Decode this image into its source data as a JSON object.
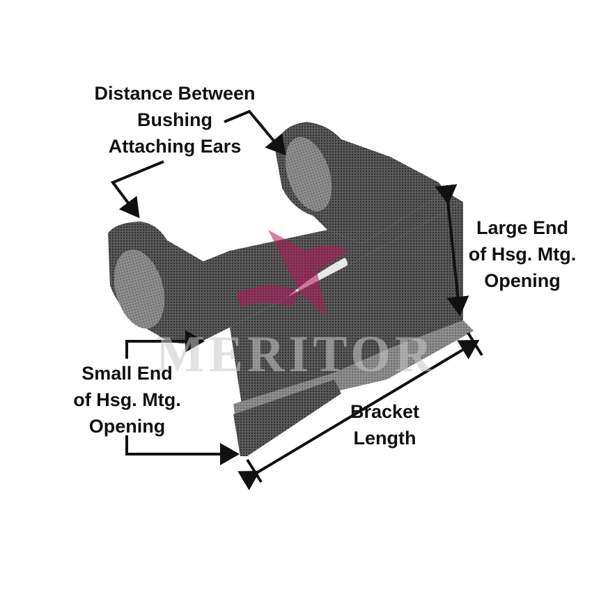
{
  "diagram": {
    "labels": {
      "distance_between_ears": [
        "Distance Between",
        "Bushing",
        "Attaching Ears"
      ],
      "large_end": [
        "Large End",
        "of Hsg. Mtg.",
        "Opening"
      ],
      "small_end": [
        "Small End",
        "of Hsg. Mtg.",
        "Opening"
      ],
      "bracket_length": [
        "Bracket",
        "Length"
      ]
    },
    "watermark": "MERITOR",
    "colors": {
      "line": "#111111",
      "part_dark": "#3a3a3a",
      "part_mid": "#6b6b6b",
      "part_light": "#a8a8a8",
      "logo": "#b5185a"
    }
  }
}
